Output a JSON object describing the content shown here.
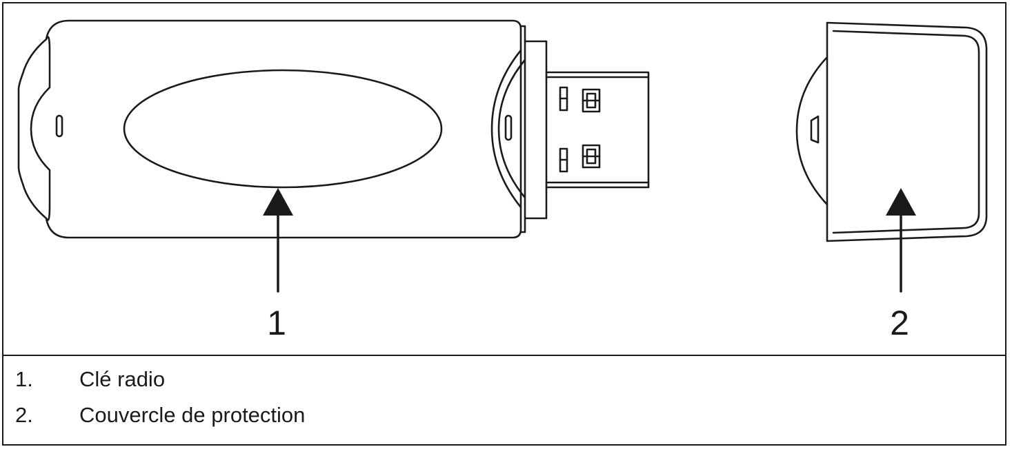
{
  "callouts": [
    {
      "number": "1"
    },
    {
      "number": "2"
    }
  ],
  "legend": [
    {
      "number": "1.",
      "text": "Clé radio"
    },
    {
      "number": "2.",
      "text": "Couvercle de protection"
    }
  ],
  "colors": {
    "line": "#1a1a1a",
    "background": "#ffffff"
  }
}
